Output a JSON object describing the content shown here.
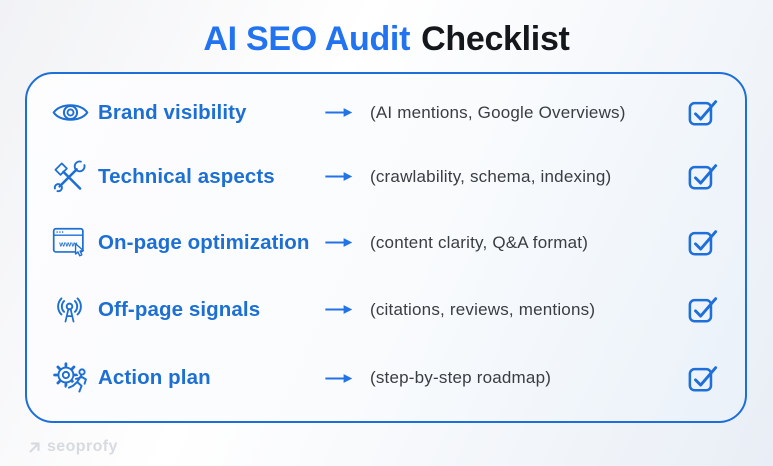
{
  "title": {
    "highlight": "AI SEO Audit",
    "rest": "Checklist"
  },
  "colors": {
    "title_blue": "#2273f0",
    "title_black": "#14171b",
    "label_blue": "#1d6fd4",
    "border_blue": "#1c6fd9",
    "arrow_blue": "#2273e8",
    "description_gray": "#3a3d42",
    "logo_gray": "#d7dbe0"
  },
  "rows": [
    {
      "icon": "eye-icon",
      "label": "Brand visibility",
      "description": "(AI mentions, Google Overviews)",
      "checked": true
    },
    {
      "icon": "hammer-wrench-icon",
      "label": "Technical aspects",
      "description": "(crawlability, schema, indexing)",
      "checked": true
    },
    {
      "icon": "browser-window-icon",
      "icon_text": "www",
      "label": "On-page optimization",
      "description": "(content clarity, Q&A format)",
      "checked": true
    },
    {
      "icon": "broadcast-antenna-icon",
      "label": "Off-page signals",
      "description": "(citations, reviews, mentions)",
      "checked": true
    },
    {
      "icon": "gear-runner-icon",
      "label": "Action plan",
      "description": "(step-by-step roadmap)",
      "checked": true
    }
  ],
  "footer": {
    "logo_text": "seoprofy"
  }
}
